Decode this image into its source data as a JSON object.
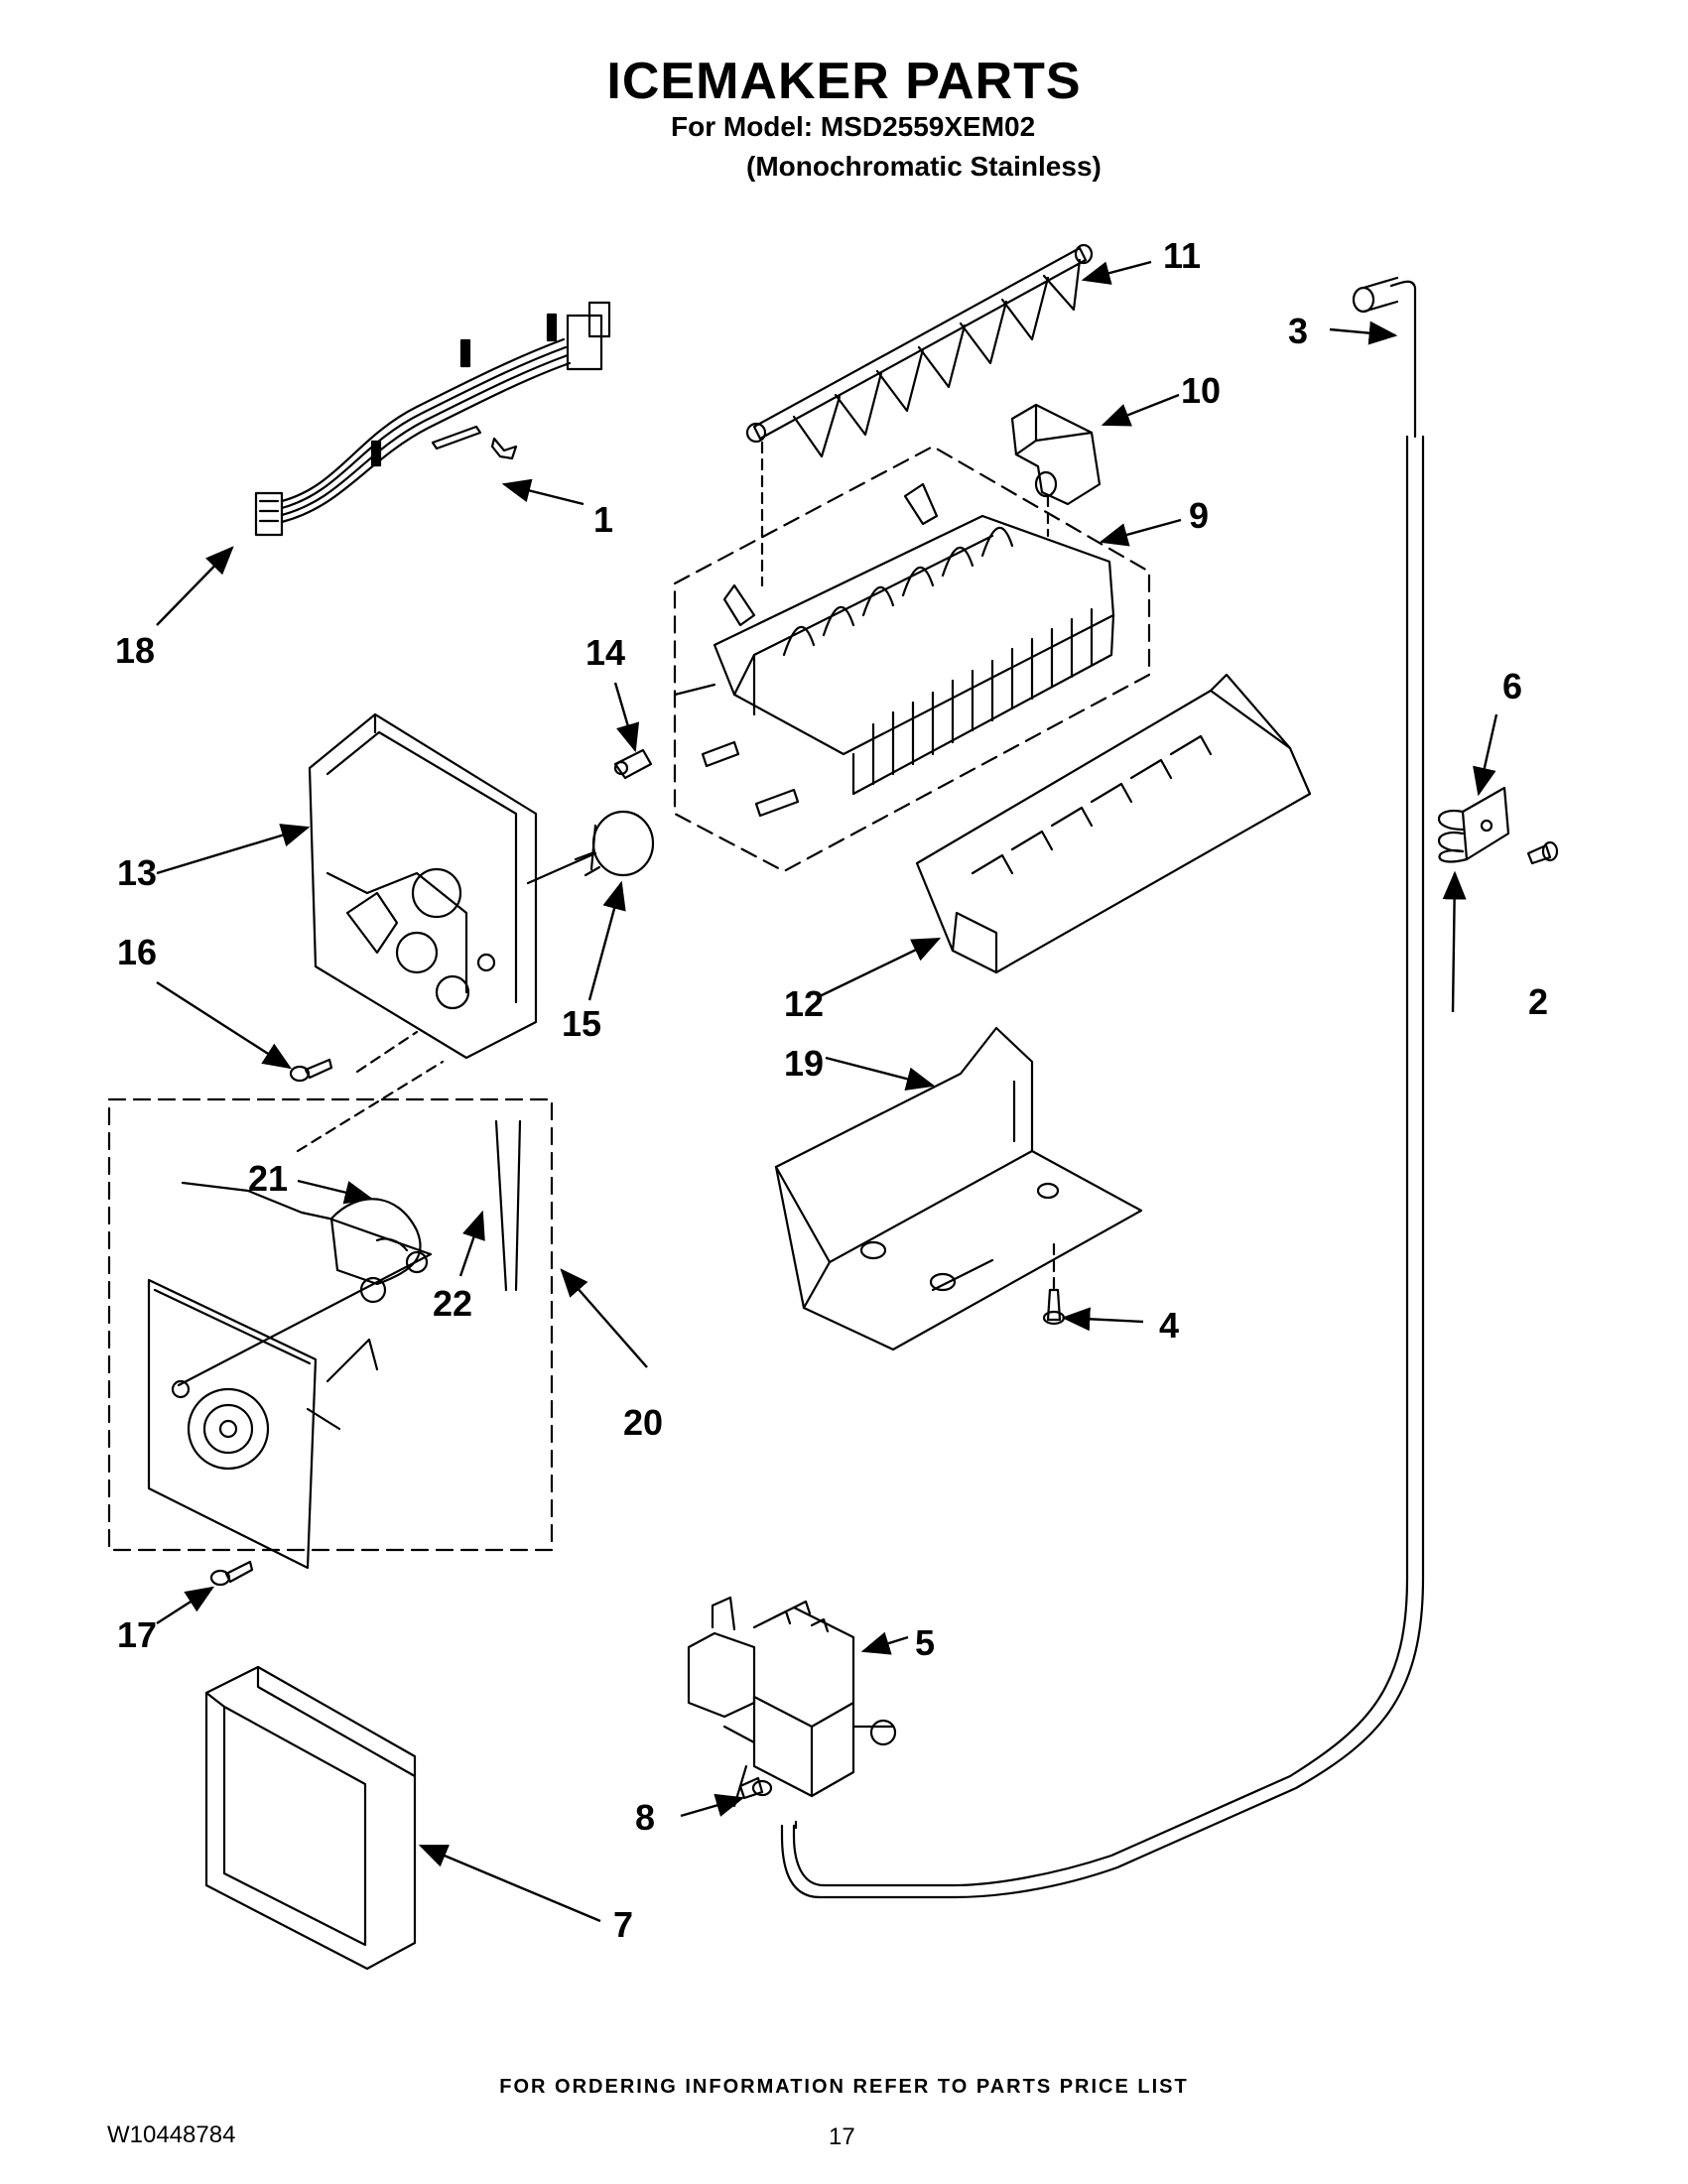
{
  "header": {
    "title": "ICEMAKER PARTS",
    "model_line": "For Model: MSD2559XEM02",
    "variant_line": "(Monochromatic Stainless)"
  },
  "callouts": [
    "1",
    "2",
    "3",
    "4",
    "5",
    "6",
    "7",
    "8",
    "9",
    "10",
    "11",
    "12",
    "13",
    "14",
    "15",
    "16",
    "17",
    "18",
    "19",
    "20",
    "21",
    "22"
  ],
  "footer": {
    "ordering_note": "FOR ORDERING INFORMATION REFER TO PARTS PRICE LIST",
    "document_number": "W10448784",
    "page_number": "17"
  }
}
